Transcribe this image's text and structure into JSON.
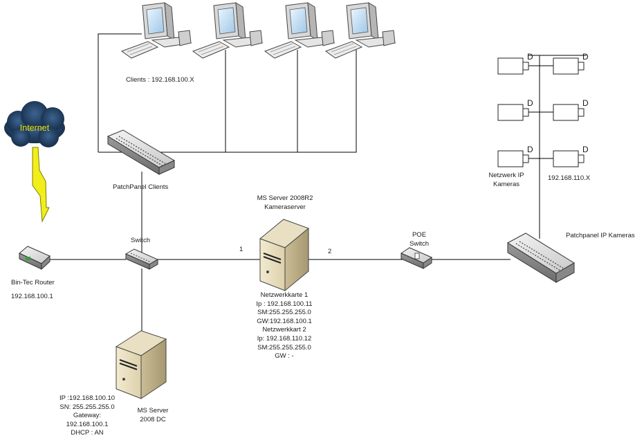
{
  "cloud": {
    "label": "Internet"
  },
  "clients": {
    "label": "Clients : 192.168.100.X"
  },
  "patchpanel_clients": {
    "label": "PatchPanel Clients"
  },
  "switch": {
    "label": "Switch"
  },
  "router": {
    "name": "Bin-Tec Router",
    "ip": "192.168.100.1"
  },
  "kameraserver": {
    "title_line1": "MS Server 2008R2",
    "title_line2": "Kameraserver",
    "link_left": "1",
    "link_right": "2",
    "info": [
      "Netzwerkkarte 1",
      "Ip : 192.168.100.11",
      "SM:255.255.255.0",
      "GW:192.168.100.1",
      "Netzwerkkart 2",
      "Ip: 192.168.110.12",
      "SM:255.255.255.0",
      "GW : -"
    ]
  },
  "poe_switch": {
    "line1": "POE",
    "line2": "Switch"
  },
  "patchpanel_cameras": {
    "label": "Patchpanel IP Kameras"
  },
  "cameras": {
    "marker": "D",
    "label_line1": "Netzwerk IP",
    "label_line2": "Kameras",
    "subnet": "192.168.110.X"
  },
  "dc_server": {
    "name_line1": "MS Server",
    "name_line2": "2008 DC",
    "info": [
      "IP :192.168.100.10",
      "SN: 255.255.255.0",
      "Gateway:",
      "192.168.100.1",
      "DHCP : AN"
    ]
  },
  "colors": {
    "line": "#000000",
    "cloud": "#1f3a5a",
    "internet_text": "#e8e000",
    "lightning": "#f2ee1a"
  }
}
